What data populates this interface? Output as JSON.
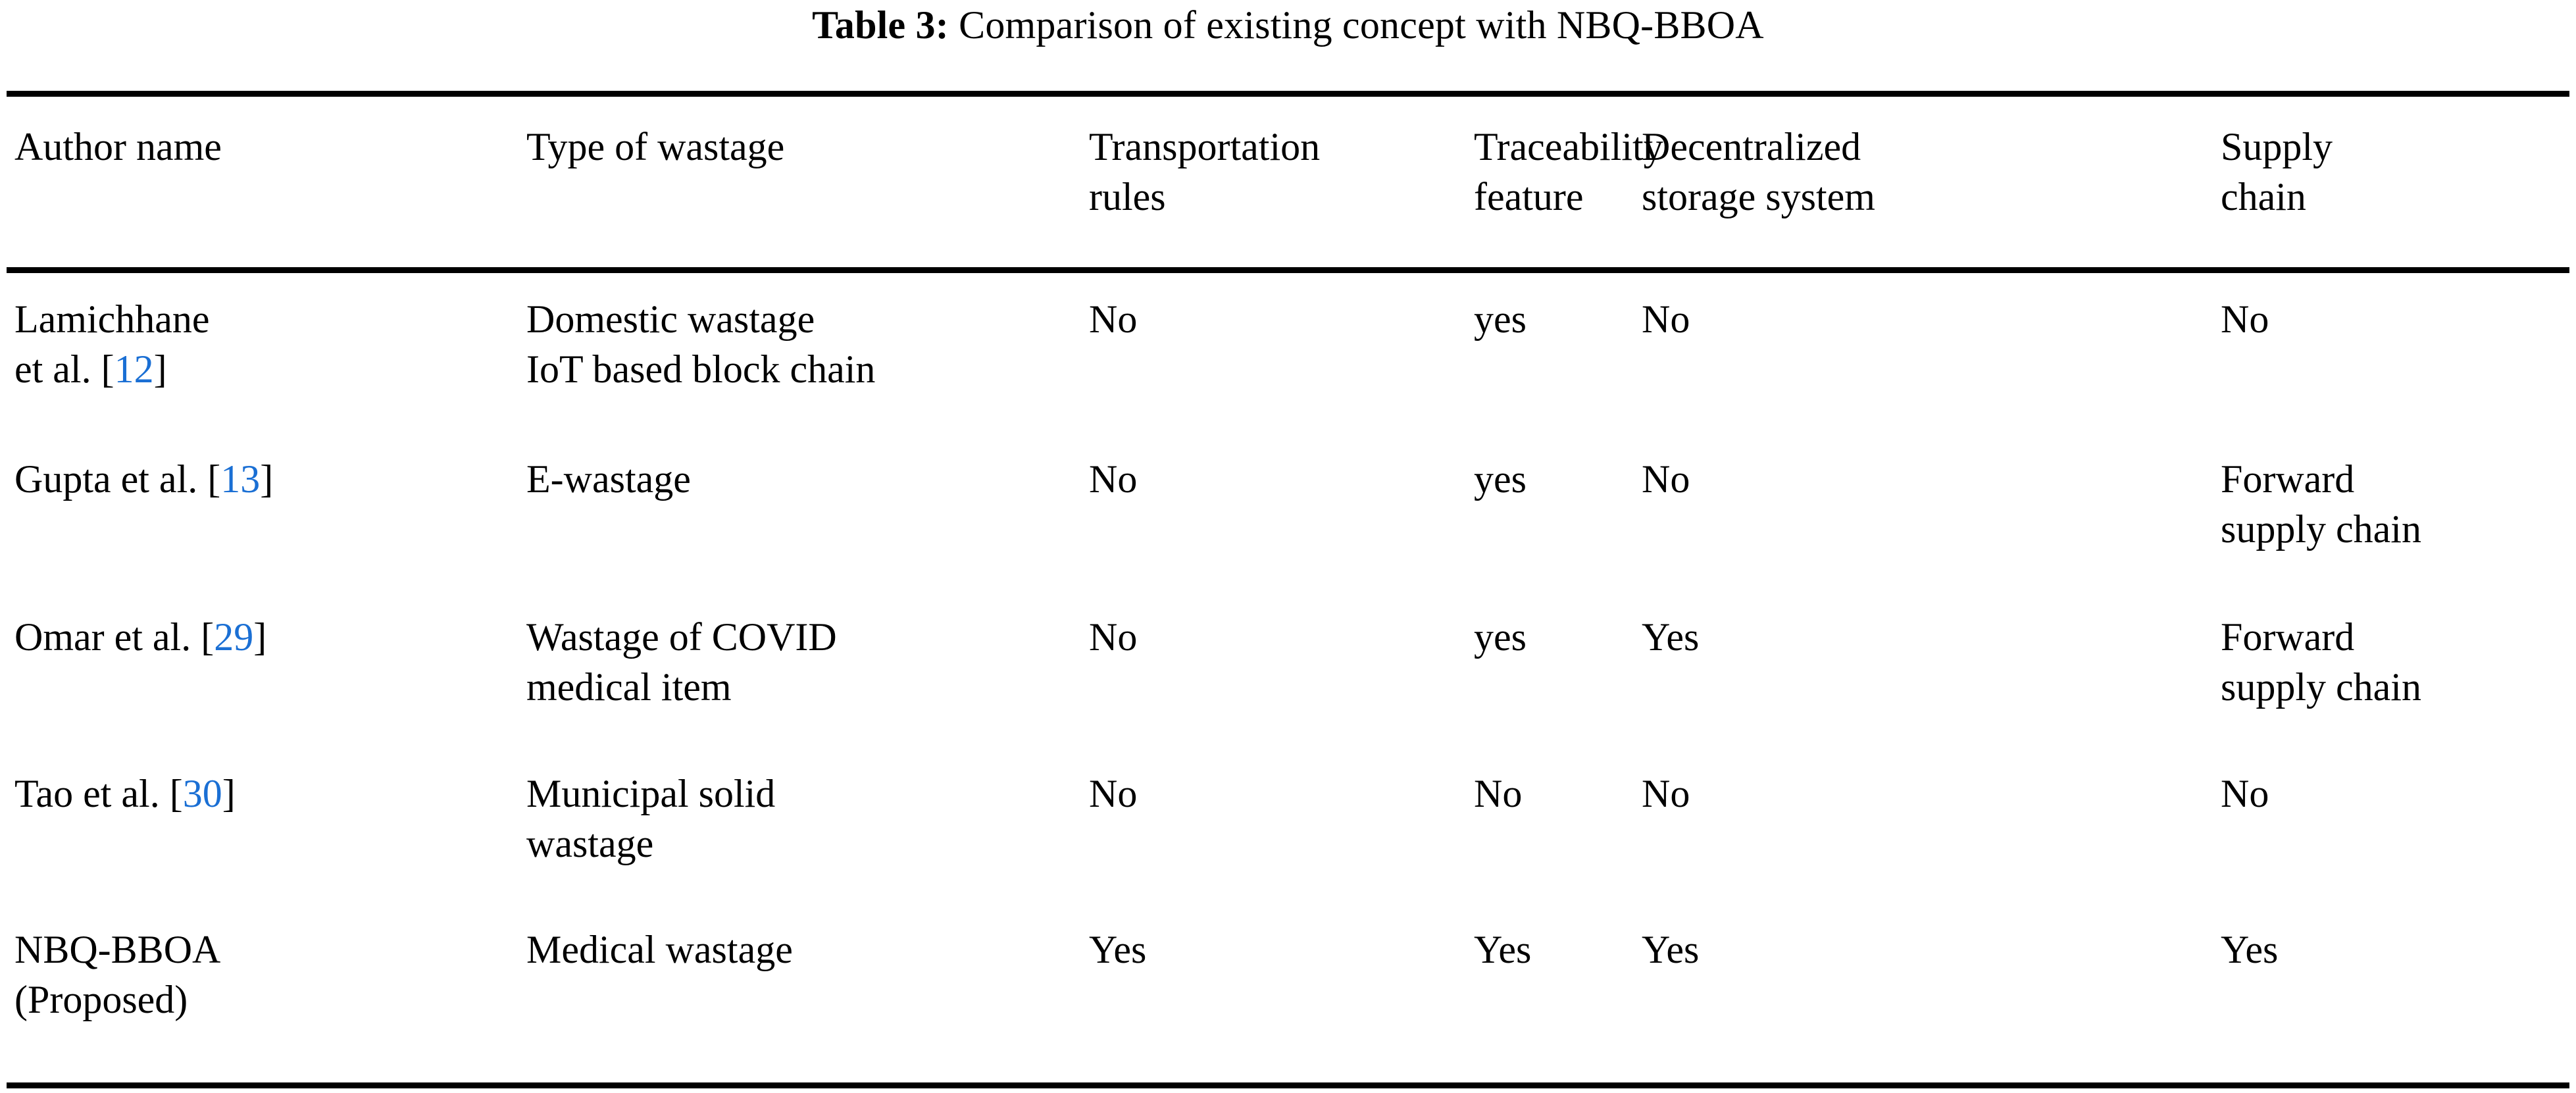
{
  "caption": {
    "label": "Table 3:",
    "text": "Comparison of existing concept with NBQ-BBOA"
  },
  "colors": {
    "citation_blue": "#1a6fd4",
    "text": "#000000",
    "background": "#ffffff",
    "rule": "#000000"
  },
  "table": {
    "columns": [
      "Author name",
      "Type of wastage",
      "Transportation\nrules",
      "Traceability\nfeature",
      "Decentralized\nstorage system",
      "Supply\nchain"
    ],
    "rows": [
      {
        "author_prefix": "Lamichhane\net al. [",
        "author_citation": "12",
        "author_suffix": "]",
        "type_of_wastage": "Domestic wastage\nIoT based block chain",
        "transportation_rules": "No",
        "traceability_feature": "yes",
        "decentralized_storage_system": "No",
        "supply_chain": "No"
      },
      {
        "author_prefix": "Gupta et al. [",
        "author_citation": "13",
        "author_suffix": "]",
        "type_of_wastage": "E-wastage",
        "transportation_rules": "No",
        "traceability_feature": "yes",
        "decentralized_storage_system": "No",
        "supply_chain": "Forward\nsupply chain"
      },
      {
        "author_prefix": "Omar et al. [",
        "author_citation": "29",
        "author_suffix": "]",
        "type_of_wastage": "Wastage of COVID\nmedical item",
        "transportation_rules": "No",
        "traceability_feature": "yes",
        "decentralized_storage_system": "Yes",
        "supply_chain": "Forward\nsupply chain"
      },
      {
        "author_prefix": "Tao et al. [",
        "author_citation": "30",
        "author_suffix": "]",
        "type_of_wastage": "Municipal solid\nwastage",
        "transportation_rules": "No",
        "traceability_feature": "No",
        "decentralized_storage_system": "No",
        "supply_chain": "No"
      },
      {
        "author_prefix": "NBQ-BBOA\n(Proposed)",
        "author_citation": "",
        "author_suffix": "",
        "type_of_wastage": "Medical wastage",
        "transportation_rules": "Yes",
        "traceability_feature": "Yes",
        "decentralized_storage_system": "Yes",
        "supply_chain": "Yes"
      }
    ]
  }
}
